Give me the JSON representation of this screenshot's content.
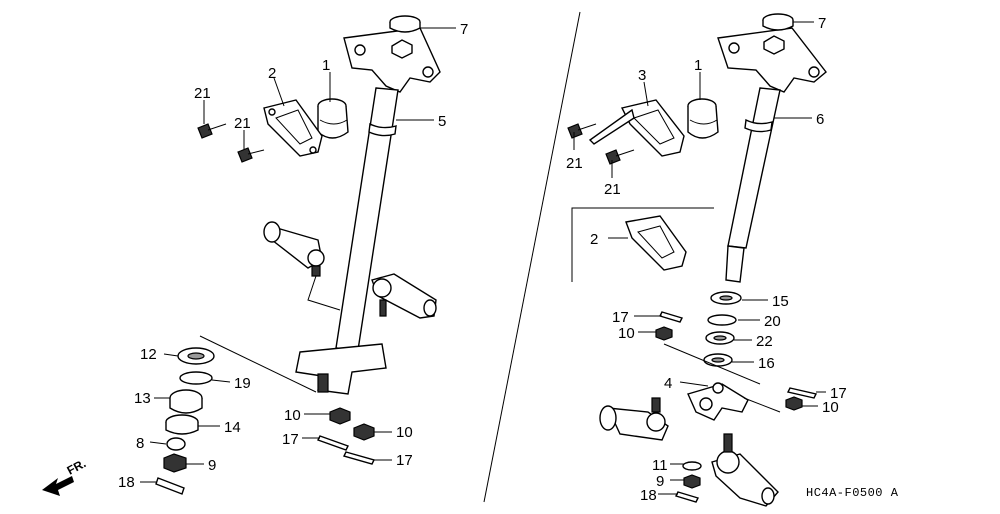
{
  "diagram": {
    "code": "HC4A-F0500 A",
    "direction": "FR.",
    "left_assembly": {
      "labels": [
        "7",
        "1",
        "2",
        "21",
        "21",
        "5",
        "12",
        "19",
        "13",
        "14",
        "8",
        "9",
        "18",
        "10",
        "10",
        "17",
        "17"
      ]
    },
    "right_assembly": {
      "labels": [
        "7",
        "3",
        "1",
        "6",
        "21",
        "21",
        "2",
        "15",
        "17",
        "10",
        "20",
        "22",
        "16",
        "4",
        "17",
        "10",
        "11",
        "9",
        "18"
      ]
    }
  }
}
